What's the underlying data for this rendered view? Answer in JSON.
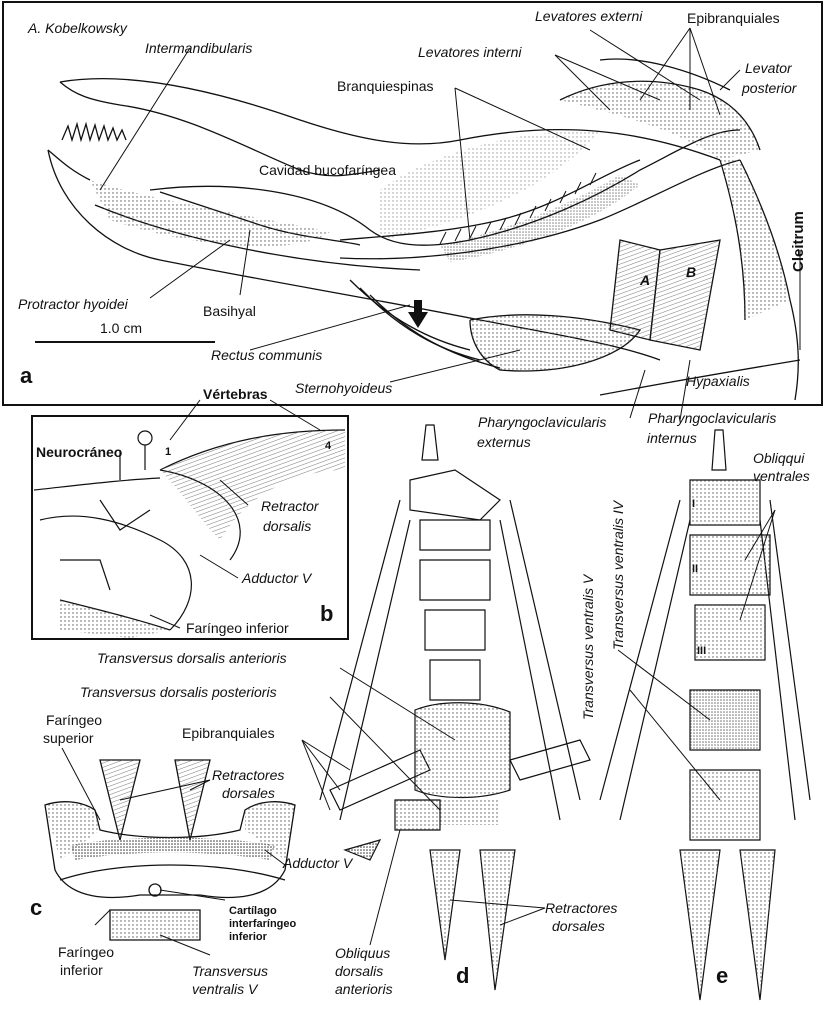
{
  "author": "A. Kobelkowsky",
  "panels": {
    "a": "a",
    "b": "b",
    "c": "c",
    "d": "d",
    "e": "e"
  },
  "panel_a": {
    "intermandibularis": "Intermandibularis",
    "levatores_externi": "Levatores externi",
    "epibranquiales": "Epibranquiales",
    "levatores_interni": "Levatores interni",
    "levator_posterior_1": "Levator",
    "levator_posterior_2": "posterior",
    "branquiespinas": "Branquiespinas",
    "cavidad": "Cavidad bucofaríngea",
    "cleitrum": "Cleitrum",
    "A": "A",
    "B": "B",
    "protractor": "Protractor hyoidei",
    "scale": "1.0 cm",
    "basihyal": "Basihyal",
    "rectus": "Rectus communis",
    "sternohyoideus": "Sternohyoideus",
    "hypaxialis": "Hypaxialis"
  },
  "panel_b": {
    "vertebras": "Vértebras",
    "neurocraneo": "Neurocráneo",
    "v1": "1",
    "v4": "4",
    "retractor_1": "Retractor",
    "retractor_2": "dorsalis",
    "adductor": "Adductor V",
    "faringeo_inferior": "Faríngeo inferior"
  },
  "top_right": {
    "phar_ext_1": "Pharyngoclavicularis",
    "phar_ext_2": "externus",
    "phar_int_1": "Pharyngoclavicularis",
    "phar_int_2": "internus"
  },
  "panel_c": {
    "faringeo_sup_1": "Faríngeo",
    "faringeo_sup_2": "superior",
    "retractores_1": "Retractores",
    "retractores_2": "dorsales",
    "adductor": "Adductor V",
    "cartilago_1": "Cartílago",
    "cartilago_2": "interfaríngeo",
    "cartilago_3": "inferior",
    "faringeo_inf_1": "Faríngeo",
    "faringeo_inf_2": "inferior",
    "transversus_1": "Transversus",
    "transversus_2": "ventralis V"
  },
  "panel_d": {
    "tda": "Transversus dorsalis anterioris",
    "tdp": "Transversus dorsalis posterioris",
    "epibranquiales": "Epibranquiales",
    "retractores_1": "Retractores",
    "retractores_2": "dorsales",
    "oda_1": "Obliquus",
    "oda_2": "dorsalis",
    "oda_3": "anterioris"
  },
  "panel_e": {
    "tv5": "Transversus ventralis V",
    "tv4": "Transversus ventralis IV",
    "obl_1": "Obliqqui",
    "obl_2": "ventrales",
    "I": "I",
    "II": "II",
    "III": "III"
  },
  "colors": {
    "ink": "#111111",
    "stipple": "#555555",
    "bg": "#ffffff"
  }
}
